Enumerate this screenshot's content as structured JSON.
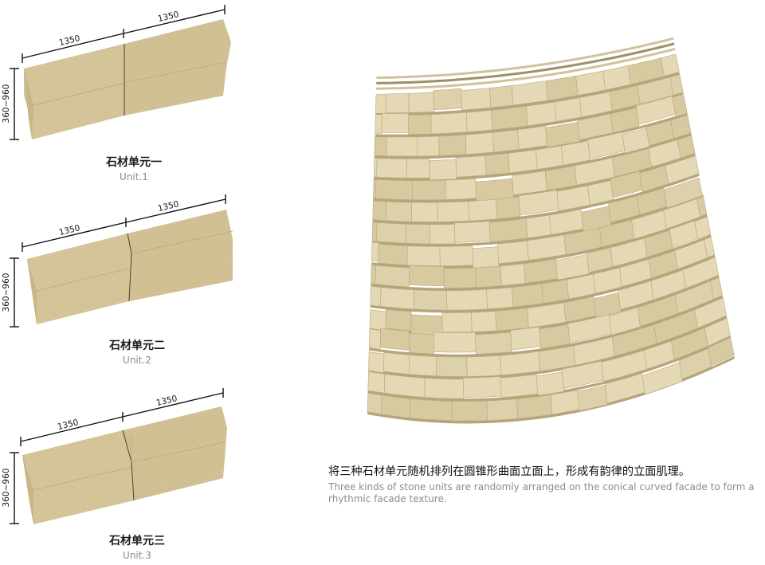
{
  "units": [
    {
      "title": "石材单元一",
      "subtitle": "Unit.1",
      "length_a": "1350",
      "length_b": "1350",
      "height_range": "360~960",
      "variant": 1
    },
    {
      "title": "石材单元二",
      "subtitle": "Unit.2",
      "length_a": "1350",
      "length_b": "1350",
      "height_range": "360~960",
      "variant": 2
    },
    {
      "title": "石材单元三",
      "subtitle": "Unit.3",
      "length_a": "1350",
      "length_b": "1350",
      "height_range": "360~960",
      "variant": 3
    }
  ],
  "caption": {
    "chinese": "将三种石材单元随机排列在圆锥形曲面立面上，形成有韵律的立面肌理。",
    "english": "Three kinds of stone units are randomly arranged on the conical curved facade to form a rhythmic facade texture."
  },
  "colors": {
    "stone_face": "#d9c99a",
    "stone_top": "#e6d9b2",
    "stone_side": "#c8b684",
    "stone_speckle": "#a89464",
    "facade_light": "#e4d8b5",
    "facade_mid": "#d8caa0",
    "facade_dark": "#b5a57a"
  }
}
